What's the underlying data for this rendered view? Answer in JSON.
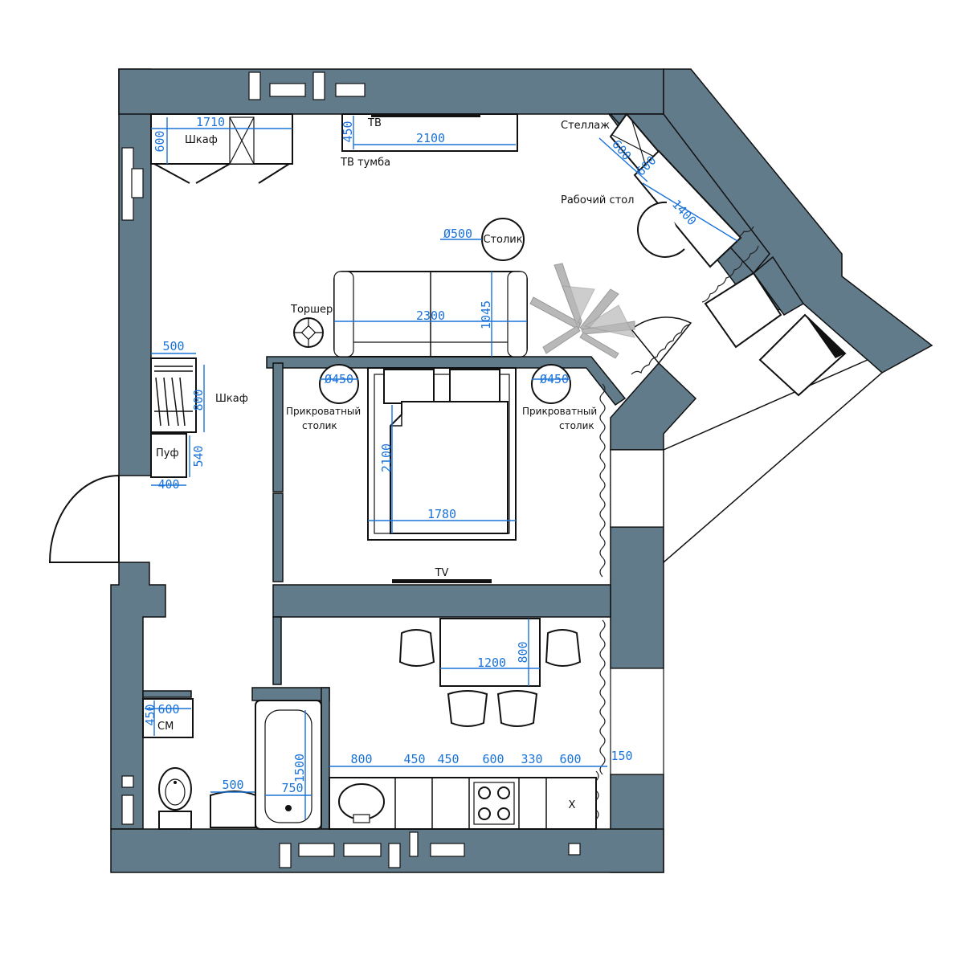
{
  "labels": {
    "wardrobe_top": "Шкаф",
    "tv": "ТВ",
    "tv_stand": "ТВ тумба",
    "shelving": "Стеллаж",
    "desk": "Рабочий стол",
    "coffee_table": "Столик",
    "floor_lamp": "Торшер",
    "wardrobe_left": "Шкаф",
    "pouf": "Пуф",
    "nightstand_left_1": "Прикроватный",
    "nightstand_left_2": "столик",
    "nightstand_right_1": "Прикроватный",
    "nightstand_right_2": "столик",
    "tv_bedroom": "TV",
    "washing_machine": "СМ",
    "sink_cross": "X"
  },
  "dimensions": {
    "wardrobe_width": "1710",
    "wardrobe_depth": "600",
    "tv_stand_width": "2100",
    "tv_stand_depth": "450",
    "shelving_a": "600",
    "shelving_b": "600",
    "desk_length": "1400",
    "coffee_table_diam": "Ø500",
    "sofa_width": "2300",
    "sofa_depth": "1045",
    "closet_width": "500",
    "closet_depth": "800",
    "pouf_height": "540",
    "pouf_width": "400",
    "nightstand_left_diam": "Ø450",
    "nightstand_right_diam": "Ø450",
    "bed_length": "2100",
    "bed_width": "1780",
    "table_length": "1200",
    "table_width": "800",
    "wm_width": "600",
    "wm_depth": "450",
    "bath_length": "1500",
    "bath_width": "750",
    "basin_width": "500",
    "kitchen_1": "800",
    "kitchen_2": "450",
    "kitchen_3": "450",
    "kitchen_4": "600",
    "kitchen_5": "330",
    "kitchen_6": "600",
    "kitchen_gap": "150"
  },
  "colors": {
    "wall": "#617b8b",
    "dimension": "#1a73d9",
    "outline": "#111111"
  }
}
